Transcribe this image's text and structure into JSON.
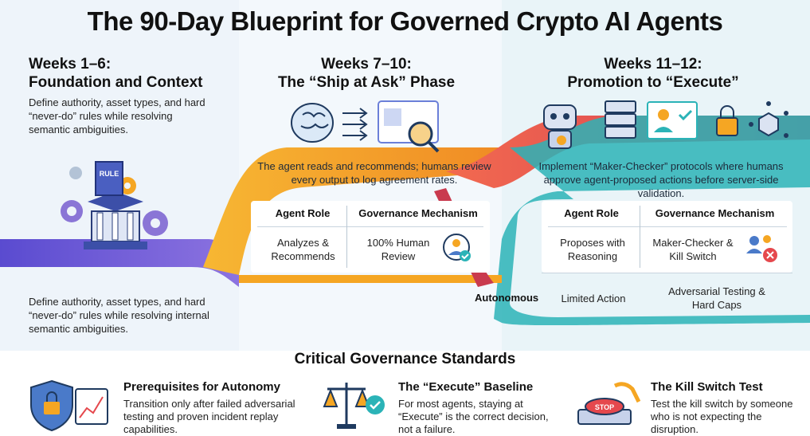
{
  "title": "The 90-Day Blueprint for Governed Crypto AI Agents",
  "phase1": {
    "heading_line1": "Weeks 1–6:",
    "heading_line2": "Foundation and Context",
    "desc_top": "Define authority, asset types, and hard “never-do” rules while resolving semantic ambiguities.",
    "desc_bottom": "Define authority, asset types, and hard “never-do” rules while resolving internal semantic ambiguities.",
    "rule_label": "RULE"
  },
  "phase2": {
    "heading_line1": "Weeks 7–10:",
    "heading_line2": "The “Ship at Ask” Phase",
    "ribbon_text": "The agent reads and recommends; humans review every output to log agreement rates.",
    "table": {
      "col1": "Agent Role",
      "col2": "Governance Mechanism",
      "role": "Analyzes & Recommends",
      "mechanism": "100% Human Review"
    }
  },
  "phase3": {
    "heading_line1": "Weeks 11–12:",
    "heading_line2": "Promotion to “Execute”",
    "ribbon_text": "Implement “Maker-Checker” protocols where humans approve agent-proposed actions before server-side validation.",
    "table": {
      "col1": "Agent Role",
      "col2": "Governance Mechanism",
      "row1_role": "Proposes with Reasoning",
      "row1_mechanism": "Maker-Checker & Kill Switch",
      "row2_label": "Autonomous",
      "row2_role": "Limited Action",
      "row2_mechanism": "Adversarial Testing & Hard Caps"
    }
  },
  "standards": {
    "heading": "Critical Governance Standards",
    "items": [
      {
        "title": "Prerequisites for Autonomy",
        "text": "Transition only after failed adversarial testing and proven incident replay capabilities."
      },
      {
        "title": "The “Execute” Baseline",
        "text": "For most agents, staying at “Execute” is the correct decision, not a failure."
      },
      {
        "title": "The Kill Switch Test",
        "text": "Test the kill switch by someone who is not expecting the disruption.",
        "stop_label": "STOP"
      }
    ]
  },
  "colors": {
    "purple": "#6b56c8",
    "orange": "#f5a623",
    "red": "#e5484d",
    "teal": "#2bb3b7",
    "navy": "#1f3a5f"
  },
  "icons": [
    "gear-icon",
    "building-icon",
    "brain-icon",
    "arrows-icon",
    "magnifier-icon",
    "robot-icon",
    "bitcoin-icon",
    "server-icon",
    "reviewer-icon",
    "lock-icon",
    "network-icon",
    "approved-user-icon",
    "rejected-user-icon",
    "shield-lock-icon",
    "scales-icon",
    "stop-button-icon"
  ]
}
